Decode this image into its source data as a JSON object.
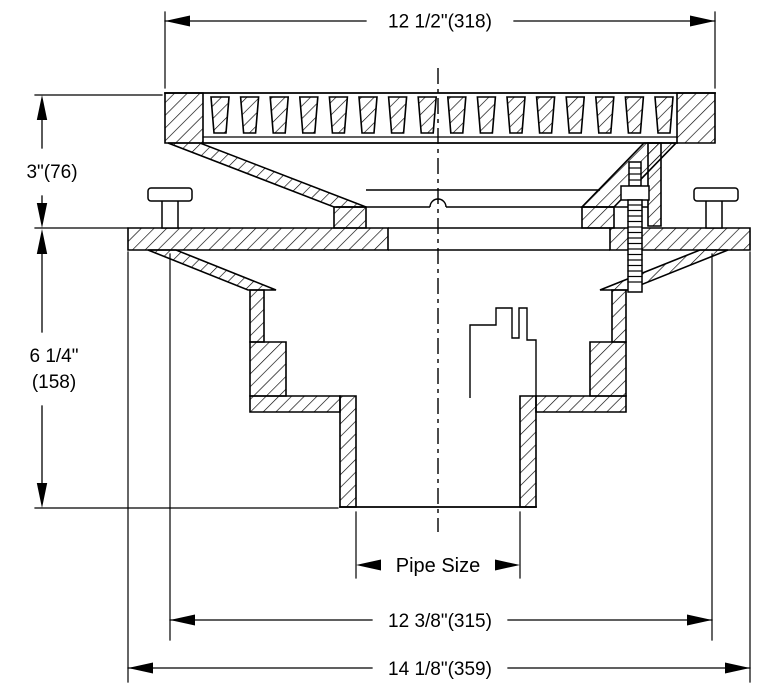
{
  "labels": {
    "top_width": "12 1/2\"(318)",
    "height_upper": "3\"(76)",
    "height_lower_line1": "6 1/4\"",
    "height_lower_line2": "(158)",
    "outlet": "Pipe Size",
    "collar_width": "12 3/8\"(315)",
    "overall_width": "14 1/8\"(359)"
  },
  "colors": {
    "ink": "#000000",
    "paper": "#ffffff"
  }
}
